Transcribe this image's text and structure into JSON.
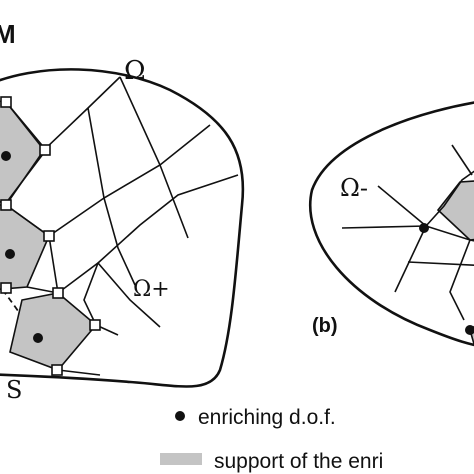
{
  "figure": {
    "corner_label": "M",
    "panel_a": {
      "domain_label": "Ω",
      "plus_label": "Ω+",
      "interface_label": "S"
    },
    "panel_b": {
      "minus_label": "Ω-",
      "panel_label": "(b)"
    },
    "legend": {
      "enriching_label": "enriching d.o.f.",
      "support_label": "support of the enri"
    },
    "colors": {
      "ink": "#111111",
      "support_fill": "#c4c4c4",
      "background": "#ffffff"
    }
  }
}
